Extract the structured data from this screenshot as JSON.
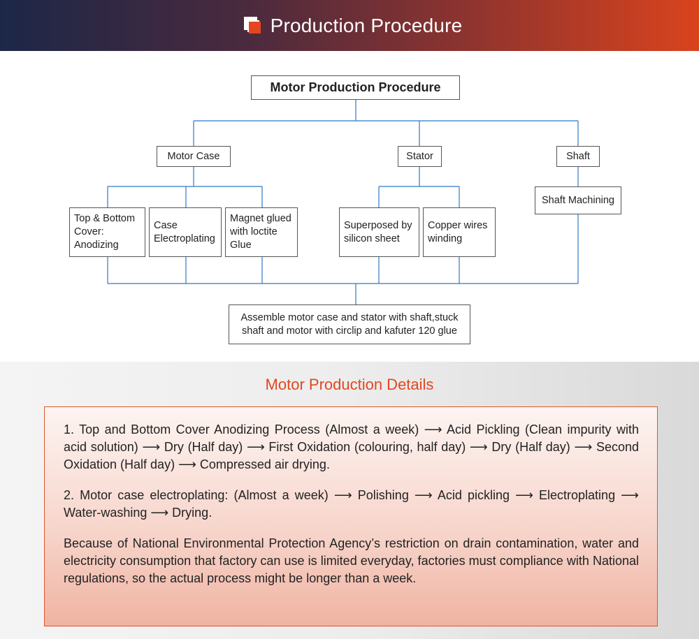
{
  "header": {
    "title": "Production Procedure",
    "icon": "overlapping-squares-icon",
    "accent": "#e4461f"
  },
  "diagram": {
    "root": "Motor Production Procedure",
    "branches": {
      "motor_case": {
        "label": "Motor Case",
        "children": [
          "Top & Bottom Cover: Anodizing",
          "Case Electroplating",
          "Magnet glued with loctite Glue"
        ]
      },
      "stator": {
        "label": "Stator",
        "children": [
          "Superposed by silicon sheet",
          "Copper wires winding"
        ]
      },
      "shaft": {
        "label": "Shaft",
        "children": [
          "Shaft Machining"
        ]
      }
    },
    "final": "Assemble motor case and stator with shaft,stuck shaft and motor with circlip and kafuter 120 glue",
    "line_color": "#2e79c6"
  },
  "details": {
    "title": "Motor Production Details",
    "paragraphs": [
      "1. Top and Bottom Cover Anodizing Process (Almost a week) ⟶ Acid Pickling (Clean impurity with acid solution) ⟶ Dry (Half day) ⟶ First Oxidation (colouring, half day) ⟶ Dry (Half day) ⟶ Second Oxidation (Half day) ⟶ Compressed air drying.",
      "2. Motor case electroplating: (Almost a week) ⟶ Polishing ⟶ Acid pickling ⟶ Electroplating ⟶ Water-washing ⟶ Drying.",
      "Because of National Environmental Protection Agency’s restriction on drain contamination, water and electricity consumption that factory can use is limited everyday, factories must compliance with National regulations, so the actual process might be longer than a week."
    ]
  }
}
